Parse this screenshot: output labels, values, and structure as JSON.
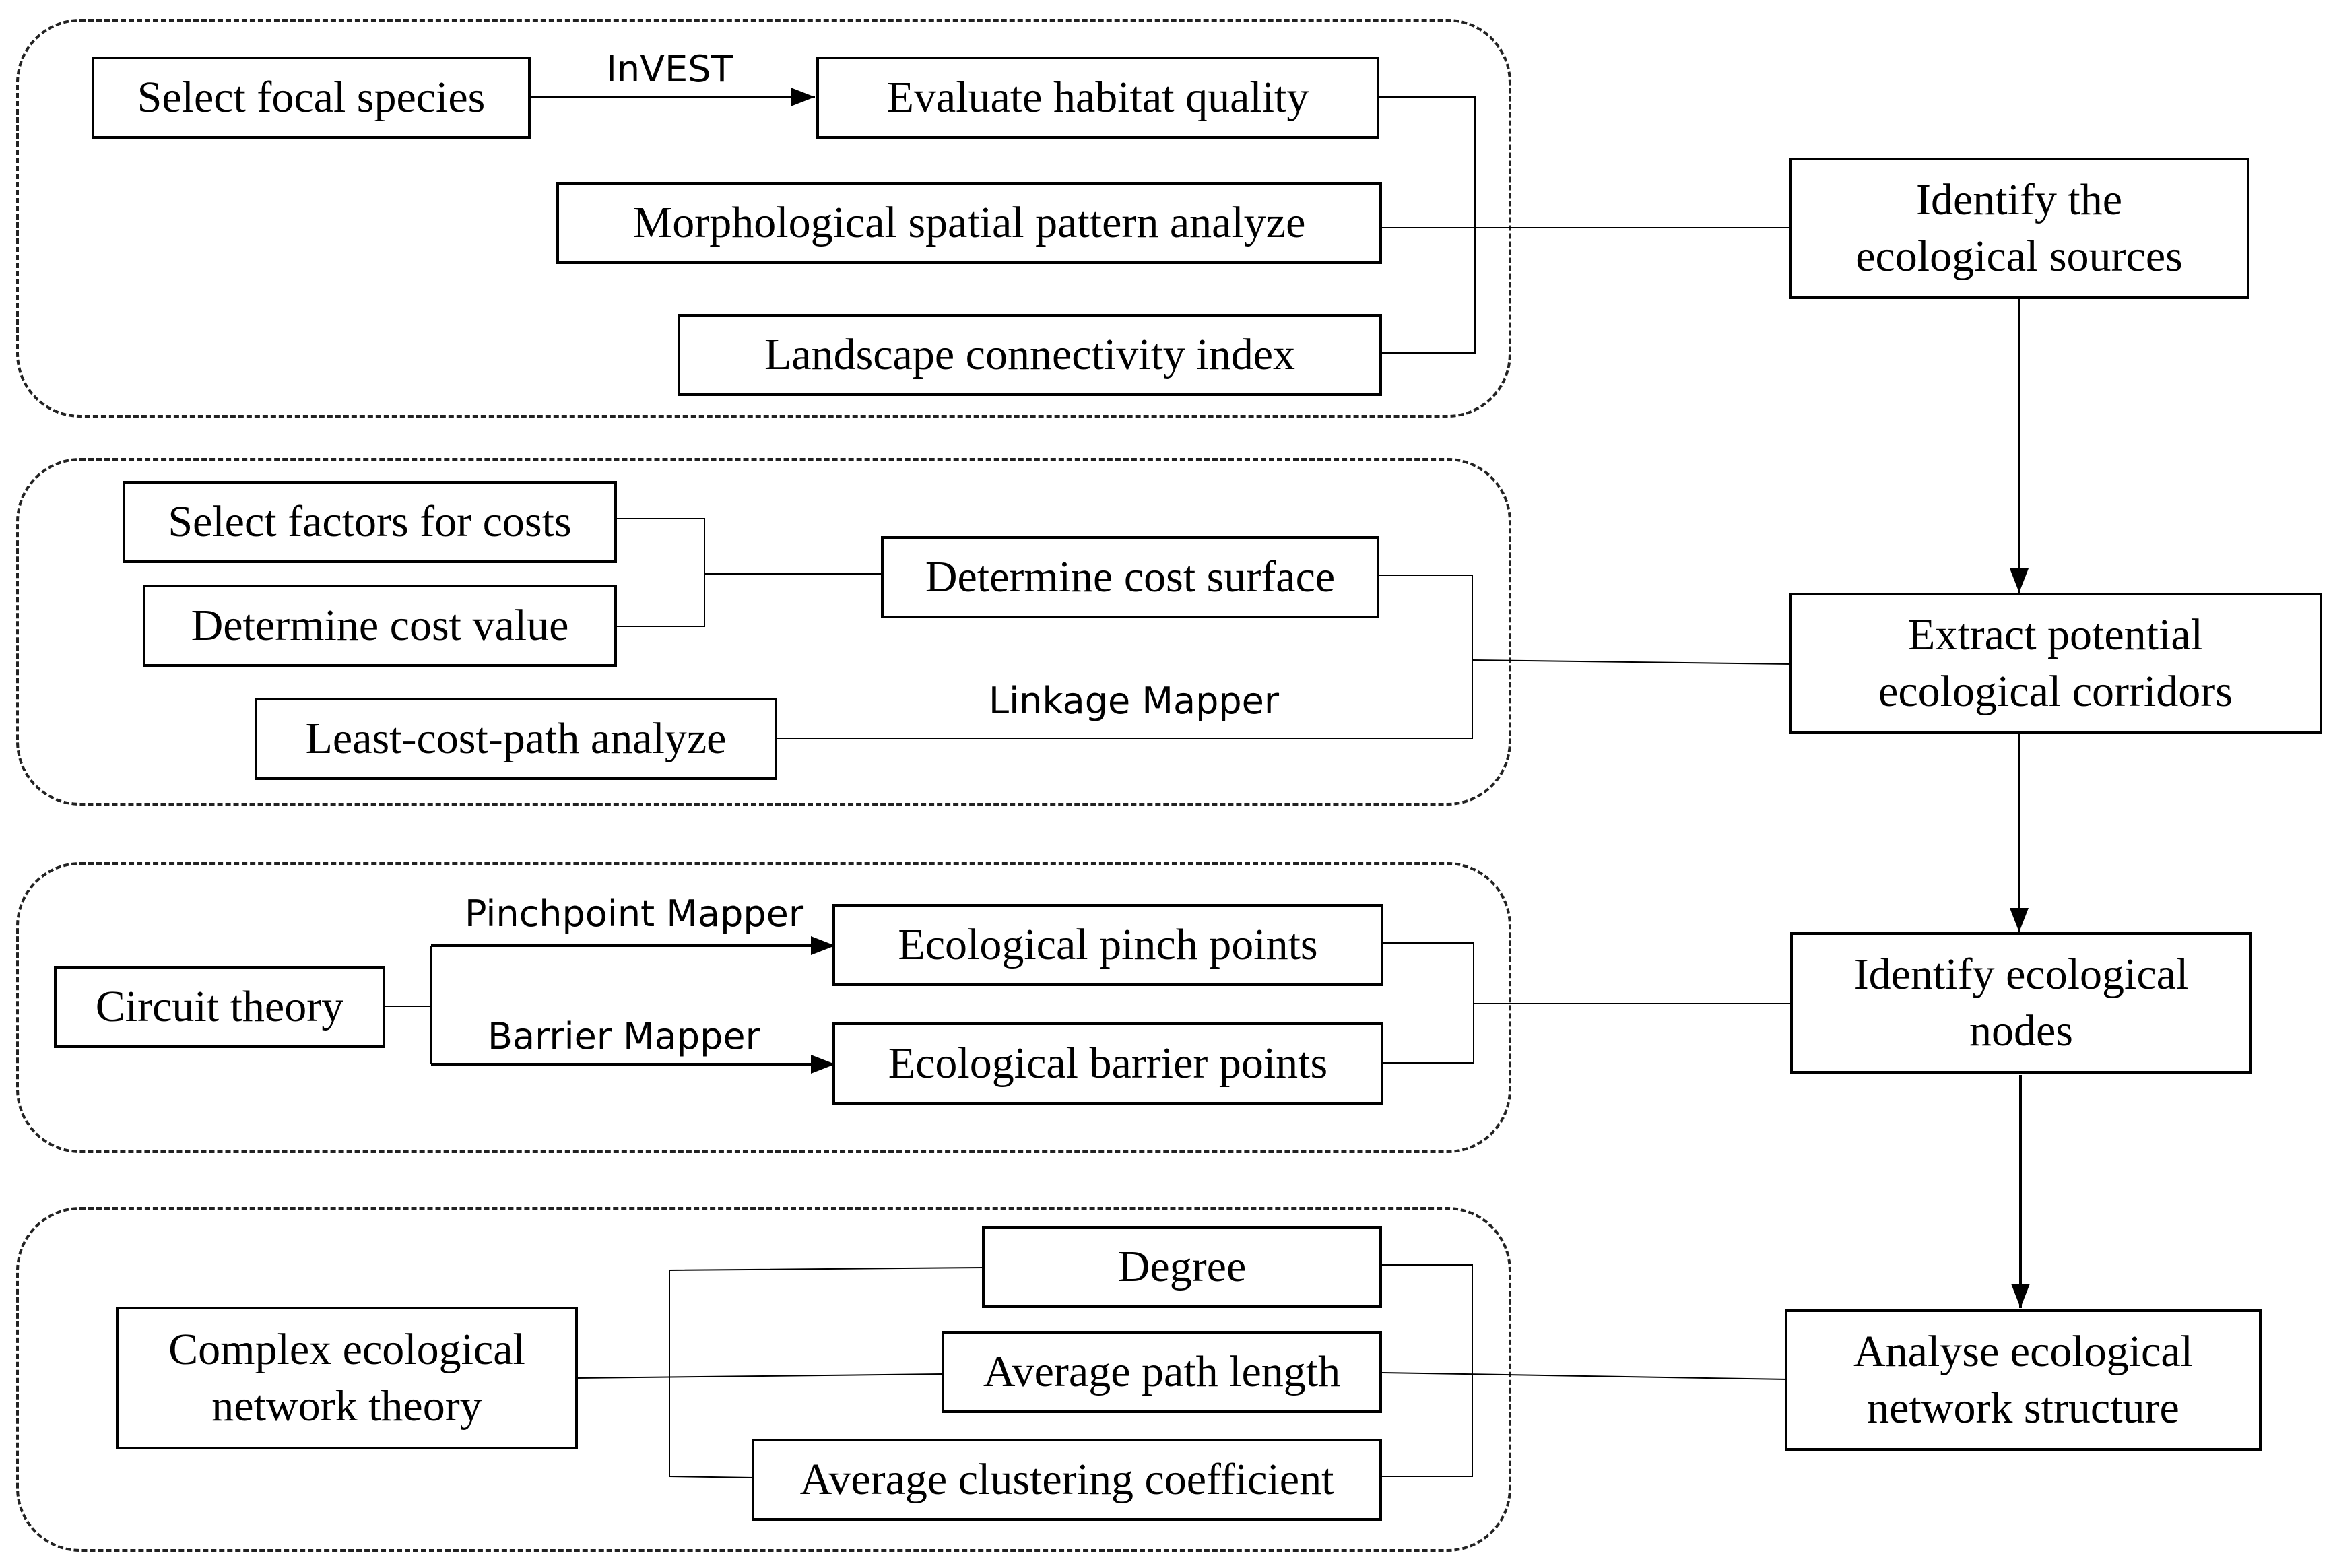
{
  "groups": [
    {
      "id": "group-habitat-sources"
    },
    {
      "id": "group-cost-corridors"
    },
    {
      "id": "group-circuit-nodes"
    },
    {
      "id": "group-network-structure"
    }
  ],
  "boxes": {
    "select_focal_species": "Select focal species",
    "evaluate_habitat_quality": "Evaluate habitat quality",
    "morphological_spatial_pattern": "Morphological spatial pattern analyze",
    "landscape_connectivity_index": "Landscape connectivity index",
    "select_factors_for_costs": "Select factors for costs",
    "determine_cost_value": "Determine cost value",
    "determine_cost_surface": "Determine cost surface",
    "least_cost_path": "Least-cost-path analyze",
    "circuit_theory": "Circuit theory",
    "ecological_pinch_points": "Ecological pinch points",
    "ecological_barrier_points": "Ecological barrier points",
    "complex_network_theory": "Complex ecological\nnetwork theory",
    "degree": "Degree",
    "average_path_length": "Average path length",
    "average_clustering_coefficient": "Average clustering coefficient",
    "identify_ecological_sources": "Identify the\necological sources",
    "extract_corridors": "Extract potential\necological corridors",
    "identify_nodes": "Identify  ecological\nnodes",
    "analyse_structure": "Analyse ecological\nnetwork structure"
  },
  "edge_labels": {
    "invest": "InVEST",
    "linkage_mapper": "Linkage Mapper",
    "pinchpoint_mapper": "Pinchpoint Mapper",
    "barrier_mapper": "Barrier Mapper"
  },
  "colors": {
    "stroke": "#000000",
    "background": "#ffffff"
  }
}
